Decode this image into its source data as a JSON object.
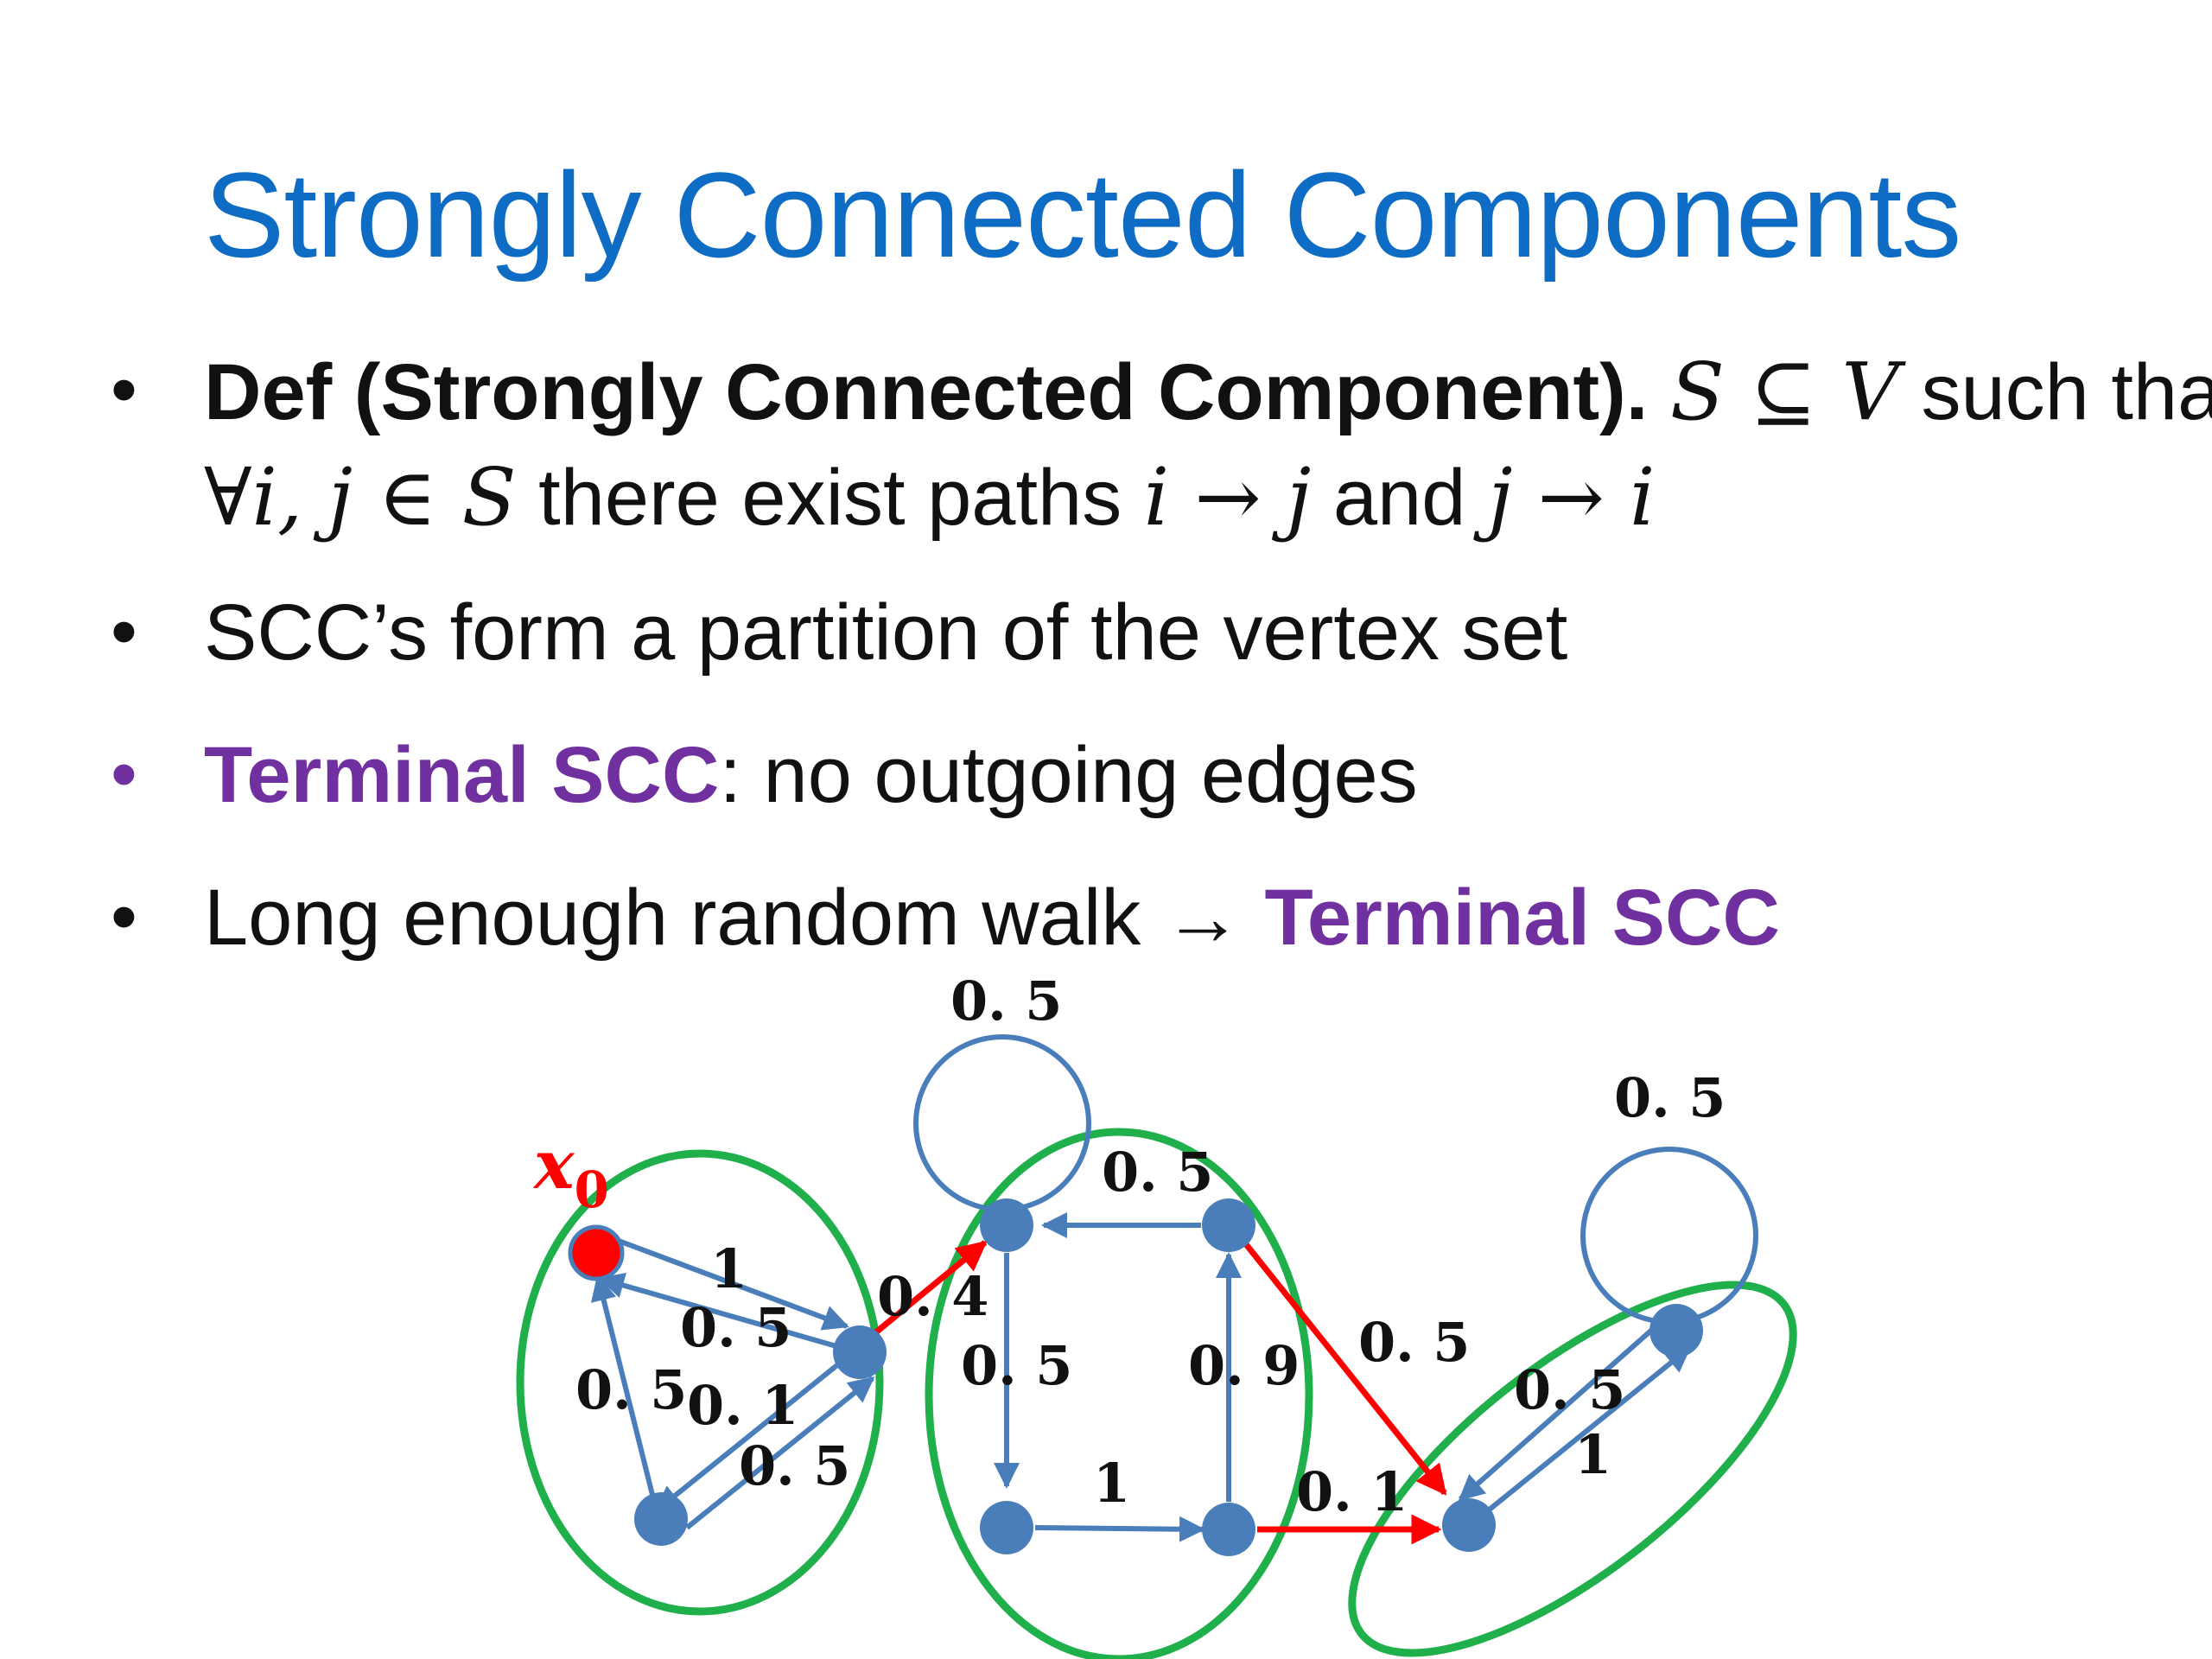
{
  "title": "Strongly Connected Components",
  "bullets": {
    "b1_bold": "Def (Strongly Connected Component).",
    "b1_S": "S",
    "b1_subset": " ⊆ ",
    "b1_V": "V",
    "b1_such": " such that",
    "b1_forall": "∀",
    "b1_ij": "i, j",
    "b1_in": " ∈ ",
    "b1_S2": "S",
    "b1_there": " there exist paths ",
    "b1_i1": "i",
    "b1_arrow1": " → ",
    "b1_j1": "j",
    "b1_and": " and ",
    "b1_j2": "j",
    "b1_arrow2": " → ",
    "b1_i2": "i",
    "b2": "SCC’s form a partition of the vertex set",
    "b3_term": "Terminal SCC",
    "b3_rest": ": no outgoing edges",
    "b4_pre": "Long enough random walk → ",
    "b4_term": "Terminal SCC"
  },
  "diagram": {
    "start_label": "x",
    "start_subscript": "0",
    "edge_labels": {
      "loop_top": "0. 5",
      "loop_right": "0. 5",
      "a_to_b": "1",
      "b_to_a": "0. 5",
      "c_to_a": "0. 5",
      "b_to_c": "0. 1",
      "c_to_b": "0. 5",
      "b_to_d": "0. 4",
      "e_to_d": "0. 5",
      "d_to_f": "0. 5",
      "f_to_g": "1",
      "g_to_e": "0. 9",
      "e_to_h": "0. 5",
      "g_to_h": "0. 1",
      "h_to_i": "0. 5",
      "i_to_h": "1"
    },
    "colors": {
      "title": "#0E6CC4",
      "node": "#4A7EBB",
      "edge": "#4A7EBB",
      "scc_outline": "#1FAF4B",
      "transition_edge": "#FF0000",
      "start_node": "#FF0000",
      "terminal_scc": "#7030A0"
    }
  }
}
